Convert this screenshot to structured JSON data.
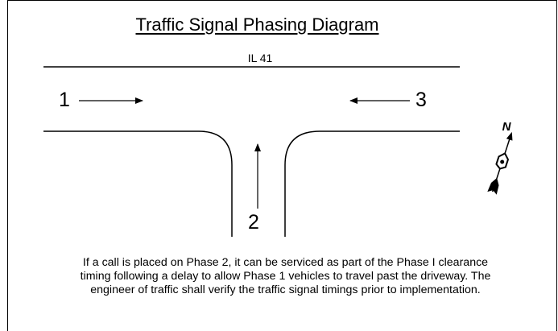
{
  "diagram": {
    "title": "Traffic Signal Phasing Diagram",
    "road_label": "IL 41",
    "phases": [
      {
        "number": "1",
        "direction": "eastbound"
      },
      {
        "number": "2",
        "direction": "northbound"
      },
      {
        "number": "3",
        "direction": "westbound"
      }
    ],
    "north_label": "N",
    "note_lines": [
      "If a call is placed on Phase 2, it can be serviced as part of the Phase I clearance",
      "timing following a delay to allow Phase 1 vehicles to travel past the driveway.  The",
      "engineer of traffic shall verify the traffic signal timings prior to implementation."
    ]
  }
}
